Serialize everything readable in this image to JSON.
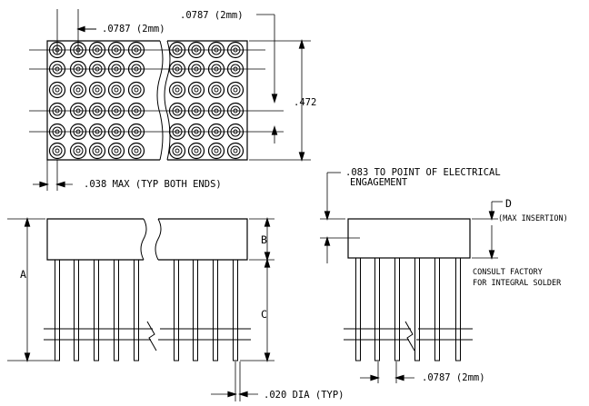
{
  "labels": {
    "pitch_horizontal": ".0787 (2mm)",
    "pitch_vertical": ".0787 (2mm)",
    "height": ".472",
    "end_clearance": ".038 MAX (TYP BOTH ENDS)",
    "point_contact_line1": ".083 TO POINT  OF ELECTRICAL",
    "point_contact_line2": "ENGAGEMENT",
    "dim_D": "D",
    "max_insertion": "(MAX INSERTION)",
    "consult_line1": "CONSULT FACTORY",
    "consult_line2": "FOR INTEGRAL SOLDER",
    "dim_A": "A",
    "dim_B": "B",
    "dim_C": "C",
    "pin_dia": ".020 DIA (TYP)",
    "pin_pitch_side": ".0787 (2mm)"
  },
  "grid": {
    "rows": 6,
    "left_columns": 5,
    "right_columns": 4,
    "section_break": true
  },
  "colors": {
    "line": "#000000",
    "background": "#ffffff"
  }
}
